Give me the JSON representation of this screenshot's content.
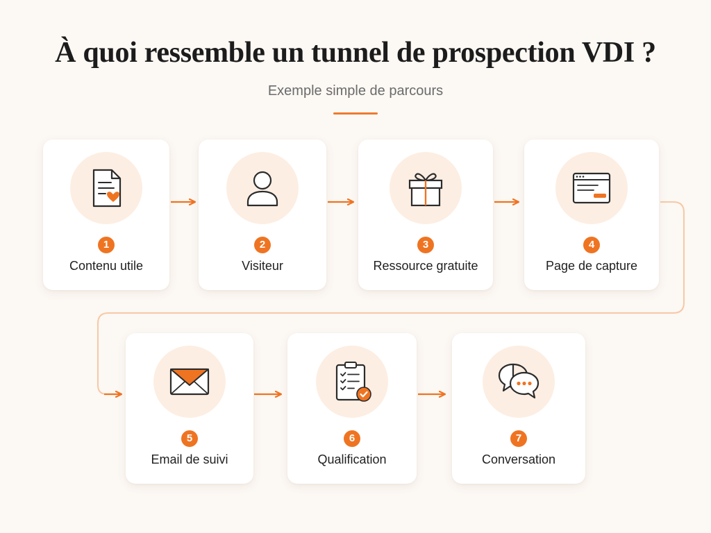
{
  "header": {
    "title": "À quoi ressemble un tunnel de prospection VDI ?",
    "subtitle": "Exemple simple de parcours"
  },
  "steps": [
    {
      "number": "1",
      "label": "Contenu utile",
      "icon": "document-heart-icon"
    },
    {
      "number": "2",
      "label": "Visiteur",
      "icon": "user-icon"
    },
    {
      "number": "3",
      "label": "Ressource gratuite",
      "icon": "gift-icon"
    },
    {
      "number": "4",
      "label": "Page de capture",
      "icon": "browser-window-icon"
    },
    {
      "number": "5",
      "label": "Email de suivi",
      "icon": "envelope-icon"
    },
    {
      "number": "6",
      "label": "Qualification",
      "icon": "clipboard-check-icon"
    },
    {
      "number": "7",
      "label": "Conversation",
      "icon": "chat-bubbles-icon"
    }
  ],
  "colors": {
    "accent": "#ef7422",
    "icon_bg": "#fdeee3",
    "background": "#fcf8f4",
    "connector_light": "#f6c9a6"
  }
}
